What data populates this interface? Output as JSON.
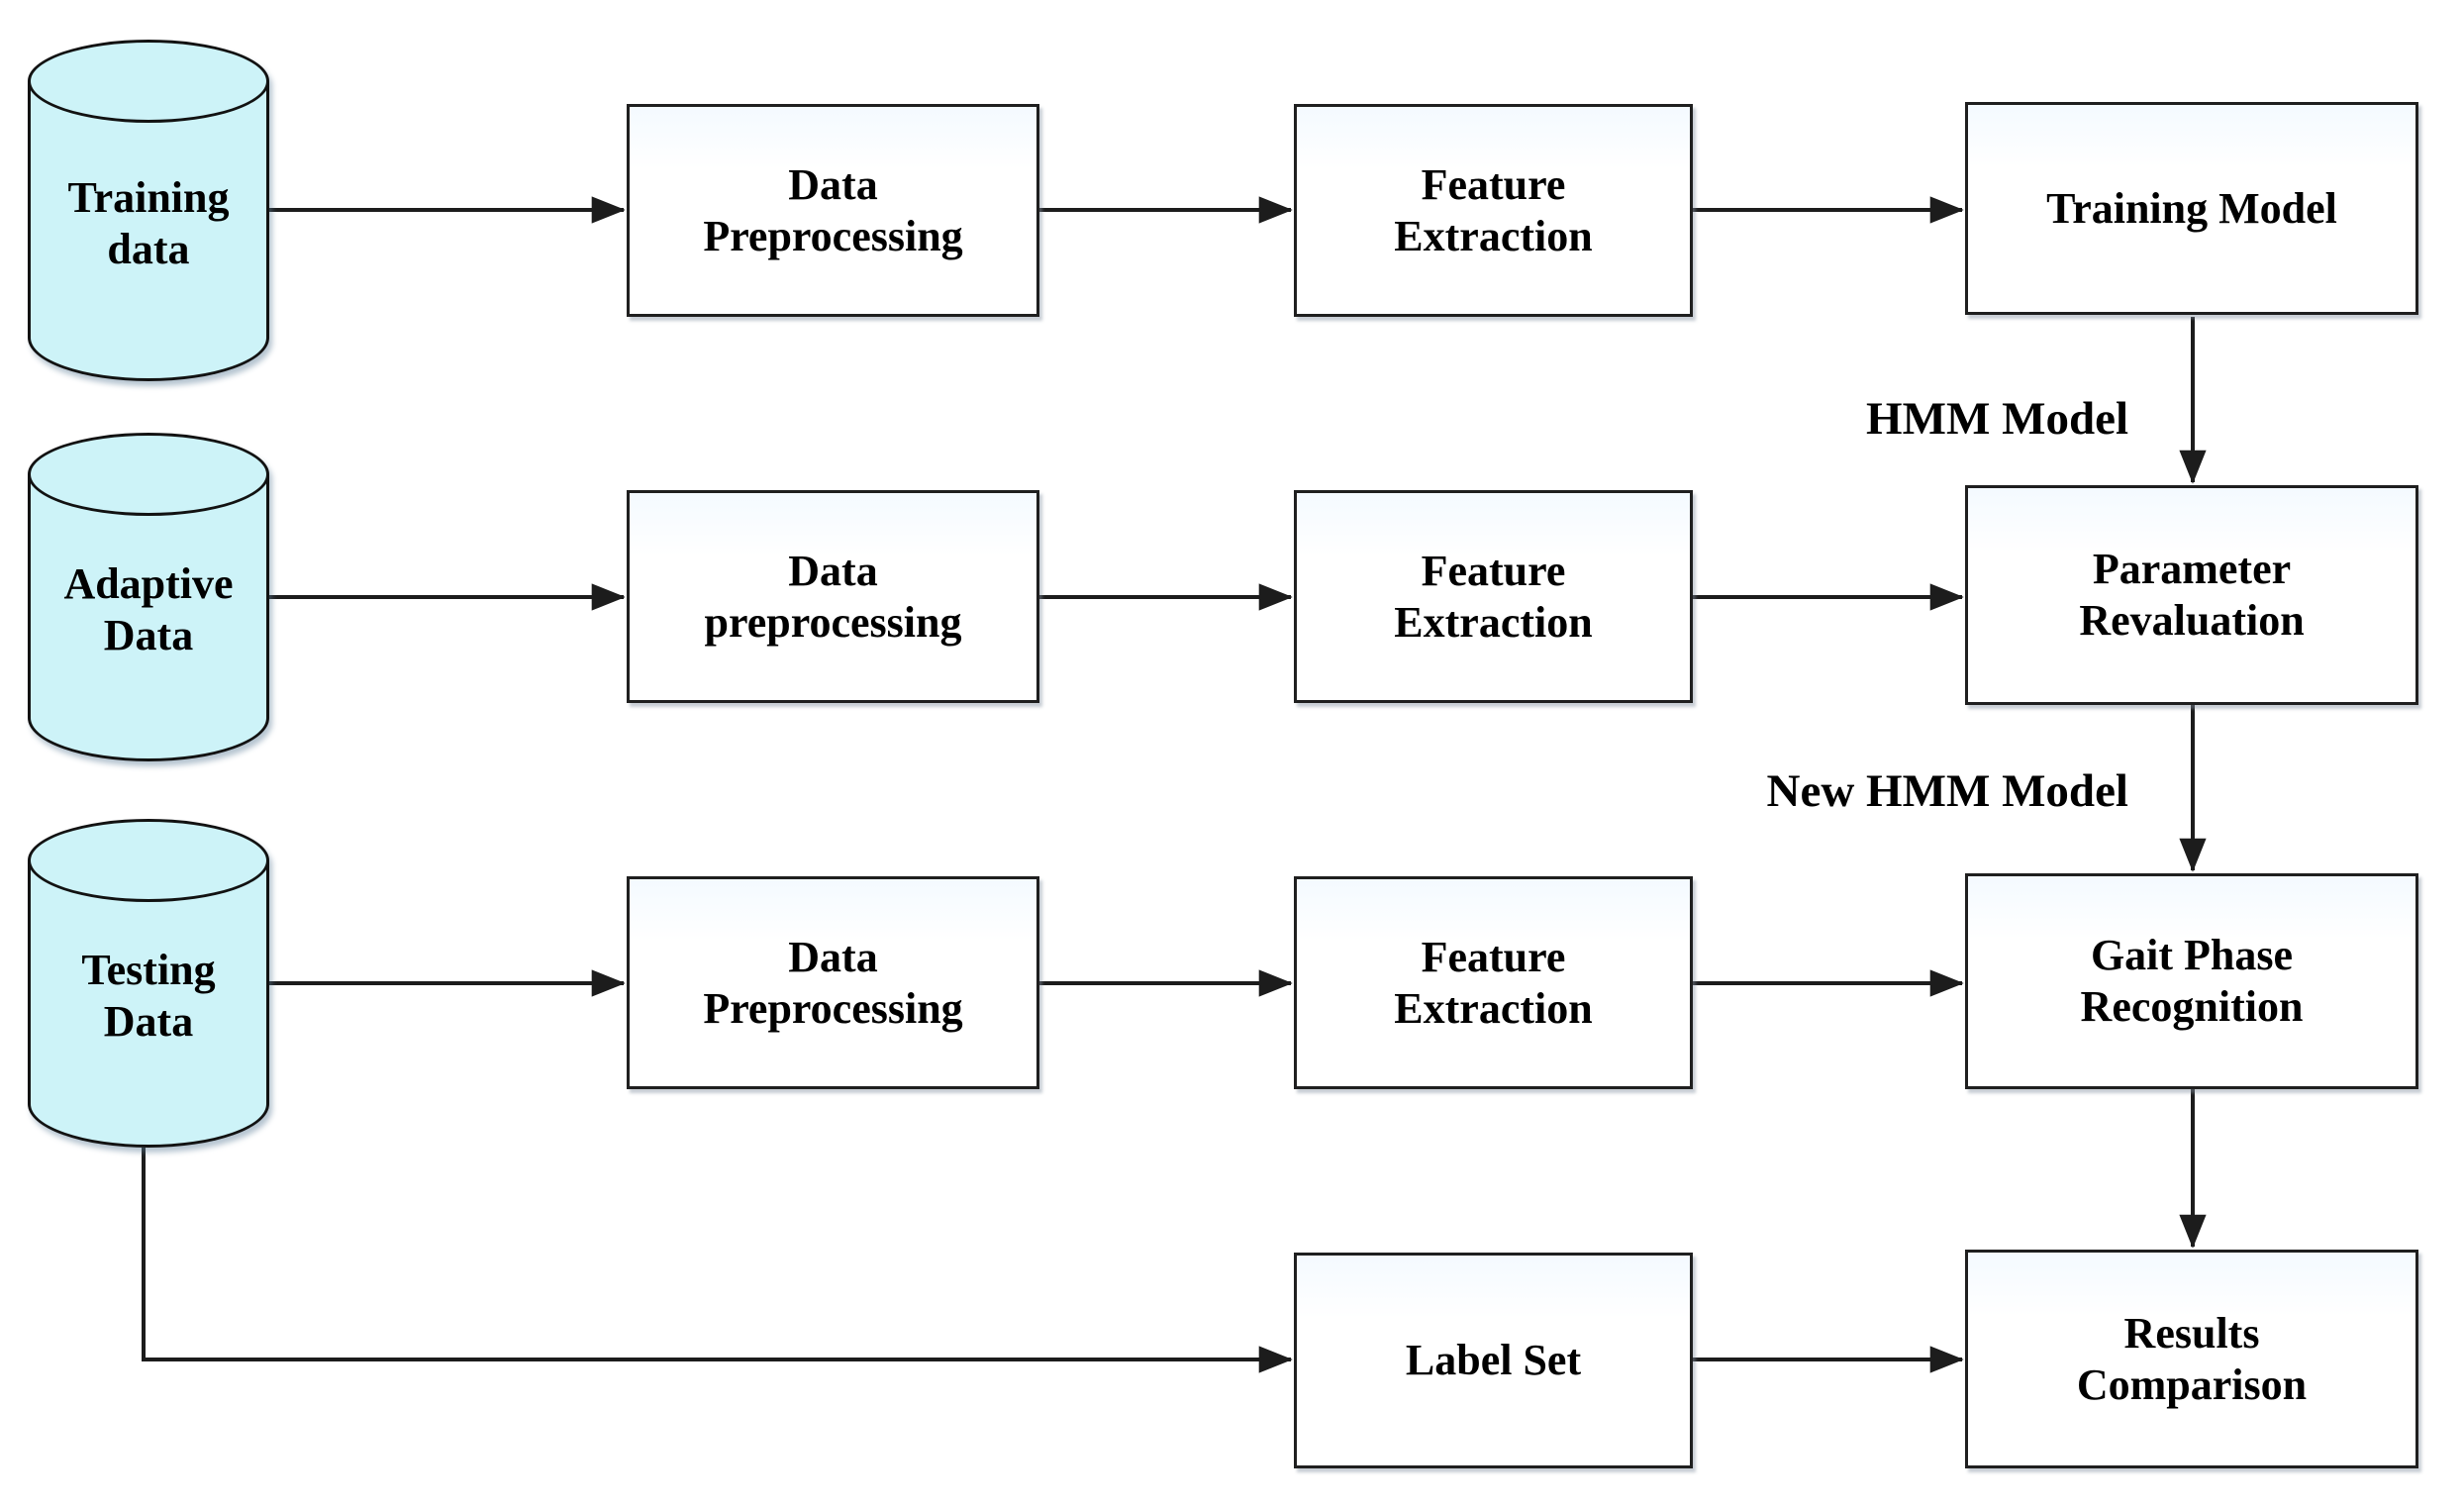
{
  "diagram": {
    "type": "flowchart",
    "nodes": {
      "training_data": "Training\ndata",
      "data_preprocessing_row1": "Data\nPreprocessing",
      "feature_extraction_row1": "Feature\nExtraction",
      "training_model": "Training Model",
      "adaptive_data": "Adaptive\nData",
      "data_preprocessing_row2": "Data\npreprocessing",
      "feature_extraction_row2": "Feature\nExtraction",
      "parameter_revaluation": "Parameter\nRevaluation",
      "testing_data": "Testing\nData",
      "data_preprocessing_row3": "Data\nPreprocessing",
      "feature_extraction_row3": "Feature\nExtraction",
      "gait_phase_recognition": "Gait Phase\nRecognition",
      "label_set": "Label Set",
      "results_comparison": "Results\nComparison"
    },
    "edge_labels": {
      "hmm_model": "HMM Model",
      "new_hmm_model": "New HMM Model"
    },
    "edges": [
      "Training data -> Data Preprocessing",
      "Data Preprocessing -> Feature Extraction",
      "Feature Extraction -> Training Model",
      "Training Model -> Parameter Revaluation (HMM Model)",
      "Adaptive Data -> Data preprocessing",
      "Data preprocessing -> Feature Extraction",
      "Feature Extraction -> Parameter Revaluation",
      "Parameter Revaluation -> Gait Phase Recognition (New HMM Model)",
      "Testing Data -> Data Preprocessing",
      "Data Preprocessing -> Feature Extraction",
      "Feature Extraction -> Gait Phase Recognition",
      "Gait Phase Recognition -> Results Comparison",
      "Testing Data -> Label Set",
      "Label Set -> Results Comparison"
    ],
    "colors": {
      "datastore_fill": "#cdf3f8",
      "process_fill": "#ffffff",
      "border": "#1f1f1f",
      "arrow": "#1c1c1c",
      "text": "#000000",
      "background": "#ffffff"
    }
  }
}
